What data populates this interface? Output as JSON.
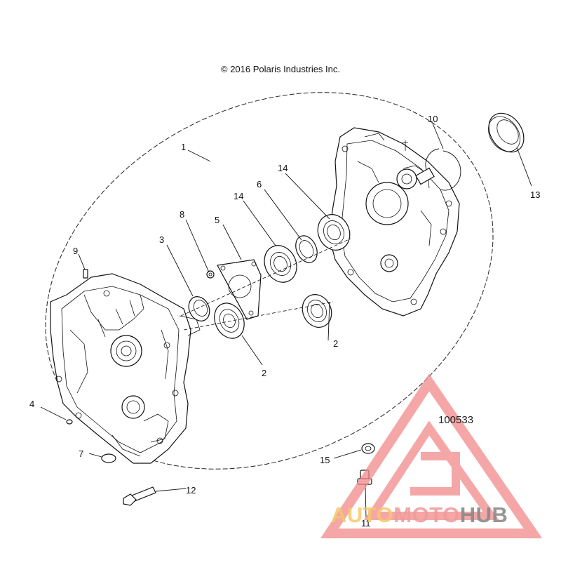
{
  "copyright": "© 2016 Polaris Industries Inc.",
  "diagram_id": "100533",
  "callouts": {
    "c1": "1",
    "c2a": "2",
    "c2b": "2",
    "c3": "3",
    "c4": "4",
    "c5": "5",
    "c6": "6",
    "c7": "7",
    "c8": "8",
    "c9": "9",
    "c10": "10",
    "c11": "11",
    "c12": "12",
    "c13": "13",
    "c14a": "14",
    "c14b": "14",
    "c15": "15"
  },
  "watermark": {
    "part1": "AUTO",
    "part2": "MOTO",
    "part3": "HUB",
    "colors": {
      "auto": "#f6c86a",
      "moto": "#f19a9a",
      "hub": "#8a8a8a",
      "logo": "#f28a8a"
    }
  }
}
